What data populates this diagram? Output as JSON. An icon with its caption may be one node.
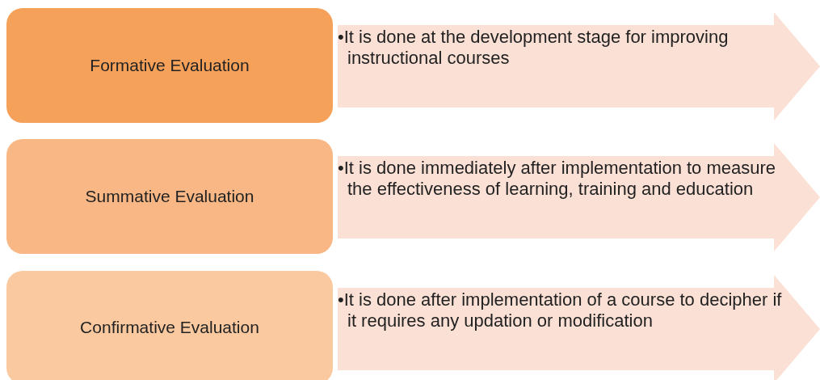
{
  "diagram": {
    "nodes": [
      {
        "text": [
          "Formative Evaluation"
        ]
      },
      {
        "text": [
          "•It is done at the development stage for improving instructional courses"
        ]
      },
      {
        "text": [
          "Summative Evaluation"
        ]
      },
      {
        "text": [
          "•It is done immediately after implementation to measure the effectiveness of learning, training and education"
        ]
      },
      {
        "text": [
          "Confirmative Evaluation"
        ]
      },
      {
        "text": [
          "•It is done after implementation of a course to decipher if it requires any updation or modification"
        ]
      }
    ]
  }
}
